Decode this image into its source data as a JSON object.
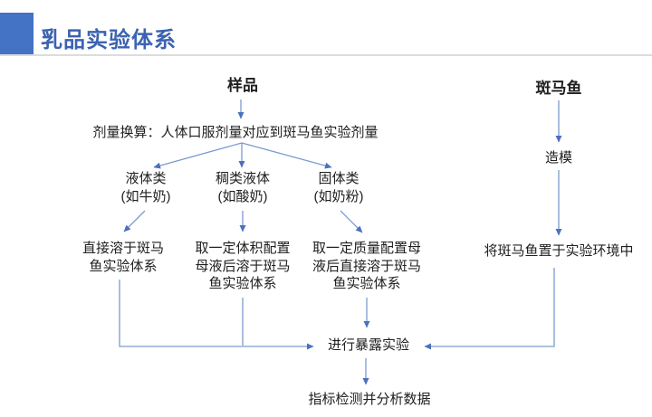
{
  "header": {
    "title": "乳品实验体系"
  },
  "flow": {
    "sample_title": "样品",
    "zebrafish_title": "斑马鱼",
    "dose_note": "剂量换算：人体口服剂量对应到斑马鱼实验剂量",
    "branches": [
      {
        "label": "液体类",
        "example": "(如牛奶)",
        "method": "直接溶于斑马鱼实验体系"
      },
      {
        "label": "稠类液体",
        "example": "(如酸奶)",
        "method": "取一定体积配置母液后溶于斑马鱼实验体系"
      },
      {
        "label": "固体类",
        "example": "(如奶粉)",
        "method": "取一定质量配置母液后直接溶于斑马鱼实验体系"
      }
    ],
    "modeling": "造模",
    "placement": "将斑马鱼置于实验环境中",
    "exposure": "进行暴露实验",
    "analysis": "指标检测并分析数据"
  },
  "colors": {
    "accent_square": "#4472C4",
    "title_text": "#3C63B1",
    "connector_line": "#7E99CF",
    "arrowhead": "#4A70BE",
    "divider": "#DCDCDC",
    "body_text": "#202020"
  }
}
